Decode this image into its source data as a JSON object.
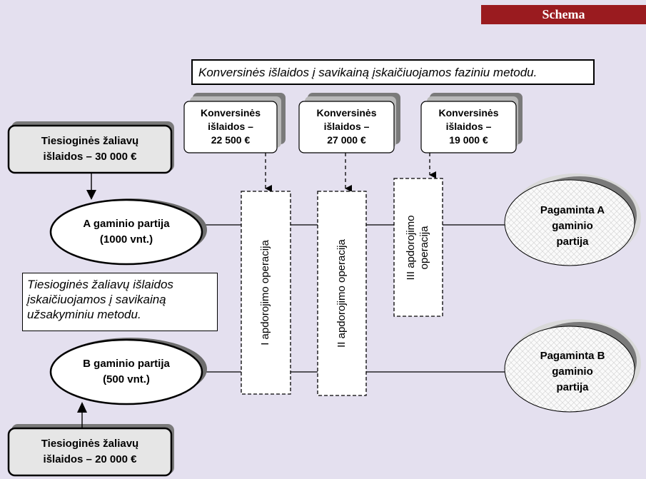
{
  "header": {
    "title": "Schema"
  },
  "notes": {
    "phase_method": "Konversinės išlaidos į savikainą įskaičiuojamos faziniu metodu.",
    "order_method": [
      "Tiesioginės žaliavų išlaidos",
      "įskaičiuojamos į savikainą",
      "užsakyminiu metodu."
    ]
  },
  "conversion_costs": [
    {
      "line1": "Konversinės",
      "line2": "išlaidos –",
      "amount": "22 500 €"
    },
    {
      "line1": "Konversinės",
      "line2": "išlaidos –",
      "amount": "27 000 €"
    },
    {
      "line1": "Konversinės",
      "line2": "išlaidos –",
      "amount": "19 000 €"
    }
  ],
  "raw_materials": {
    "a": {
      "line1": "Tiesioginės žaliavų",
      "line2": "išlaidos – 30 000 €"
    },
    "b": {
      "line1": "Tiesioginės žaliavų",
      "line2": "išlaidos – 20 000 €"
    }
  },
  "batches": {
    "a": {
      "line1": "A gaminio partija",
      "line2": "(1000 vnt.)"
    },
    "b": {
      "line1": "B gaminio partija",
      "line2": "(500 vnt.)"
    }
  },
  "operations": [
    {
      "line1": "I apdorojimo operacija"
    },
    {
      "line1": "II apdorojimo operacija"
    },
    {
      "line1": "III apdorojimo",
      "line2": "operacija"
    }
  ],
  "outputs": {
    "a": {
      "line1": "Pagaminta A",
      "line2": "gaminio",
      "line3": "partija"
    },
    "b": {
      "line1": "Pagaminta B",
      "line2": "gaminio",
      "line3": "partija"
    }
  }
}
